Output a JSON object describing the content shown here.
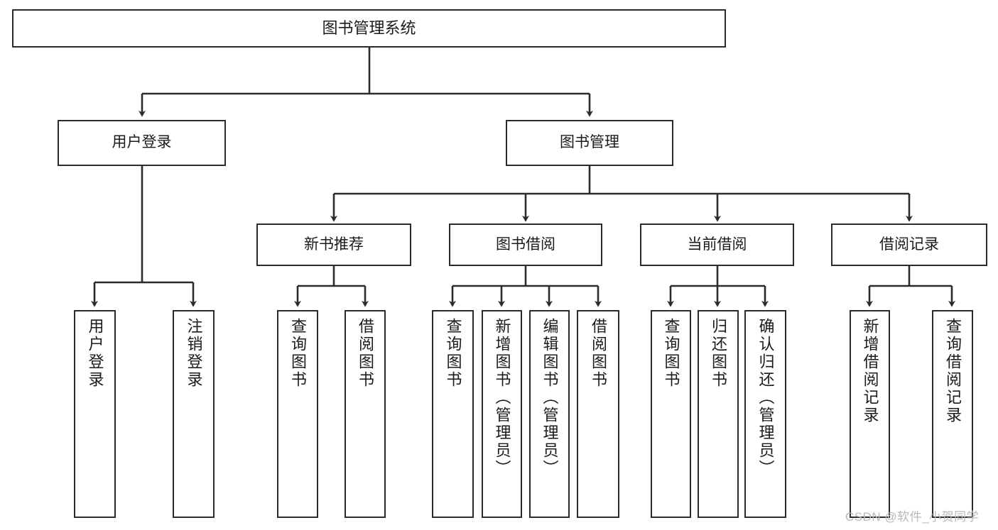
{
  "diagram": {
    "title": "图书管理系统",
    "type": "tree-hierarchy-chart",
    "root": {
      "label": "图书管理系统"
    },
    "level1": [
      {
        "label": "用户登录"
      },
      {
        "label": "图书管理"
      }
    ],
    "level2": [
      {
        "label": "新书推荐"
      },
      {
        "label": "图书借阅"
      },
      {
        "label": "当前借阅"
      },
      {
        "label": "借阅记录"
      }
    ],
    "leaves": [
      {
        "label": "用户登录"
      },
      {
        "label": "注销登录"
      },
      {
        "label": "查询图书"
      },
      {
        "label": "借阅图书"
      },
      {
        "label": "查询图书"
      },
      {
        "label": "新增图书（管理员）"
      },
      {
        "label": "编辑图书（管理员）"
      },
      {
        "label": "借阅图书"
      },
      {
        "label": "查询图书"
      },
      {
        "label": "归还图书"
      },
      {
        "label": "确认归还（管理员）"
      },
      {
        "label": "新增借阅记录"
      },
      {
        "label": "查询借阅记录"
      }
    ]
  },
  "watermark": {
    "text": "CSDN @软件_小贺同学"
  },
  "colors": {
    "stroke": "#2b2b2b",
    "fill": "#ffffff",
    "text": "#1b1b1b",
    "watermark": "#b9b9b9"
  }
}
